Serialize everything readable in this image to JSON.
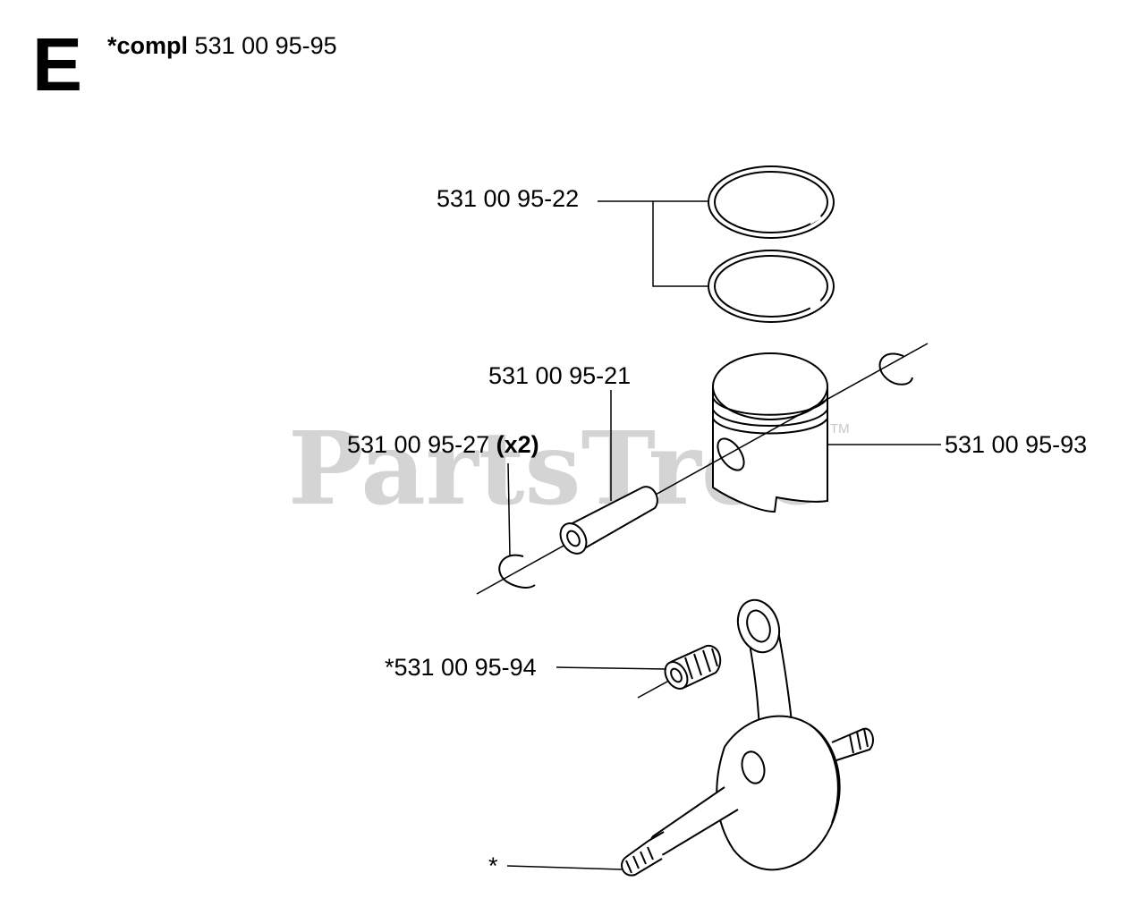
{
  "section": {
    "letter": "E"
  },
  "heading": {
    "prefix": "*compl",
    "part_number": "531 00 95-95"
  },
  "parts": {
    "rings": {
      "number": "531 00 95-22"
    },
    "pin": {
      "number": "531 00 95-21"
    },
    "clips": {
      "number": "531 00 95-27",
      "qty": "(x2)"
    },
    "piston": {
      "number": "531 00 95-93"
    },
    "bearing": {
      "number": "*531 00 95-94"
    },
    "crankshaft": {
      "number": "*"
    }
  },
  "watermark": {
    "text": "PartsTree",
    "mark": "TM"
  }
}
